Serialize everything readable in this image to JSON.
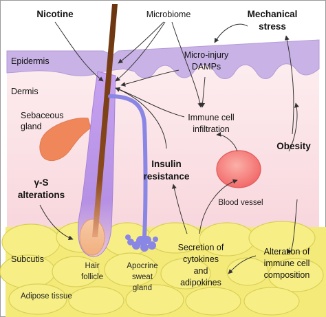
{
  "labels": {
    "nicotine": "Nicotine",
    "microbiome": "Microbiome",
    "mechanical_stress_1": "Mechanical",
    "mechanical_stress_2": "stress",
    "epidermis": "Epidermis",
    "dermis": "Dermis",
    "micro_injury_1": "Micro-injury",
    "micro_injury_2": "DAMPs",
    "sebaceous_1": "Sebaceous",
    "sebaceous_2": "gland",
    "immune_infiltration_1": "Immune cell",
    "immune_infiltration_2": "infiltration",
    "obesity": "Obesity",
    "insulin_1": "Insulin",
    "insulin_2": "resistance",
    "gamma_s_1": "γ-S",
    "gamma_s_2": "alterations",
    "blood_vessel": "Blood vessel",
    "secretion_1": "Secretion of",
    "secretion_2": "cytokines",
    "secretion_3": "and",
    "secretion_4": "adipokines",
    "alteration_1": "Alteration of",
    "alteration_2": "immune cell",
    "alteration_3": "composition",
    "subcutis": "Subcutis",
    "hair_follicle_1": "Hair",
    "hair_follicle_2": "follicle",
    "apocrine_1": "Apocrine",
    "apocrine_2": "sweat",
    "apocrine_3": "gland",
    "adipose": "Adipose tissue"
  },
  "colors": {
    "epidermis": "#c9b3e6",
    "dermis": "#fbe3e6",
    "fat": "#f7ef86",
    "fat_stroke": "#d9cf55",
    "follicle": "#b58fe0",
    "hair": "#7b3f12",
    "sebaceous": "#f0875a",
    "sweat_gland": "#8a86e6",
    "vessel": "#f26a6a"
  }
}
